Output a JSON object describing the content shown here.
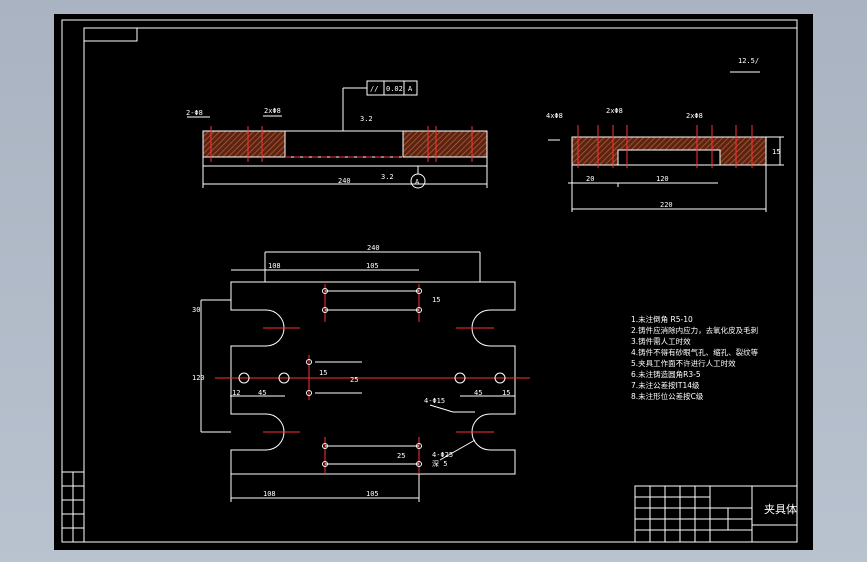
{
  "drawing": {
    "title": "夹具体",
    "notes": [
      "1.未注倒角 R5-10",
      "2.铸件应消除内应力，去氧化皮及毛刺",
      "3.铸件需人工时效",
      "4.铸件不得有砂眼气孔、缩孔、裂纹等",
      "5.夹具工作面不许进行人工时效",
      "6.未注铸造圆角R3-5",
      "7.未注公差按IT14级",
      "8.未注形位公差按C级"
    ],
    "tolerance_frame": {
      "symbol": "//",
      "value": "0.02",
      "datum": "A"
    },
    "datum_label": "A",
    "roughness": {
      "corner": "12.5/",
      "side_small": "3.2",
      "bottom": "3.2"
    },
    "dimensions": {
      "top_view": {
        "overall_width": "240",
        "left_hole": "108",
        "hole_pitch": "105",
        "height_left": "30",
        "side_height": "120",
        "right_hole": "45",
        "left_offset": "45",
        "left_edge": "12",
        "right_edge": "15",
        "hole_small_a": "15",
        "hole_small_b": "25",
        "center_v": "15",
        "center_v2": "25",
        "bottom_left": "108",
        "bottom_pitch": "105",
        "callout_1": "4-Φ15",
        "callout_2": "4-Φ25",
        "callout_3": "深 5"
      },
      "left_section": {
        "overall": "240",
        "spot_a": "2-Φ8",
        "spot_b": "2xΦ8"
      },
      "right_section": {
        "holes_a": "4xΦ8",
        "holes_b": "2xΦ8",
        "holes_c": "2xΦ8",
        "left_step": "20",
        "middle": "120",
        "overall": "220",
        "height": "15"
      }
    }
  }
}
